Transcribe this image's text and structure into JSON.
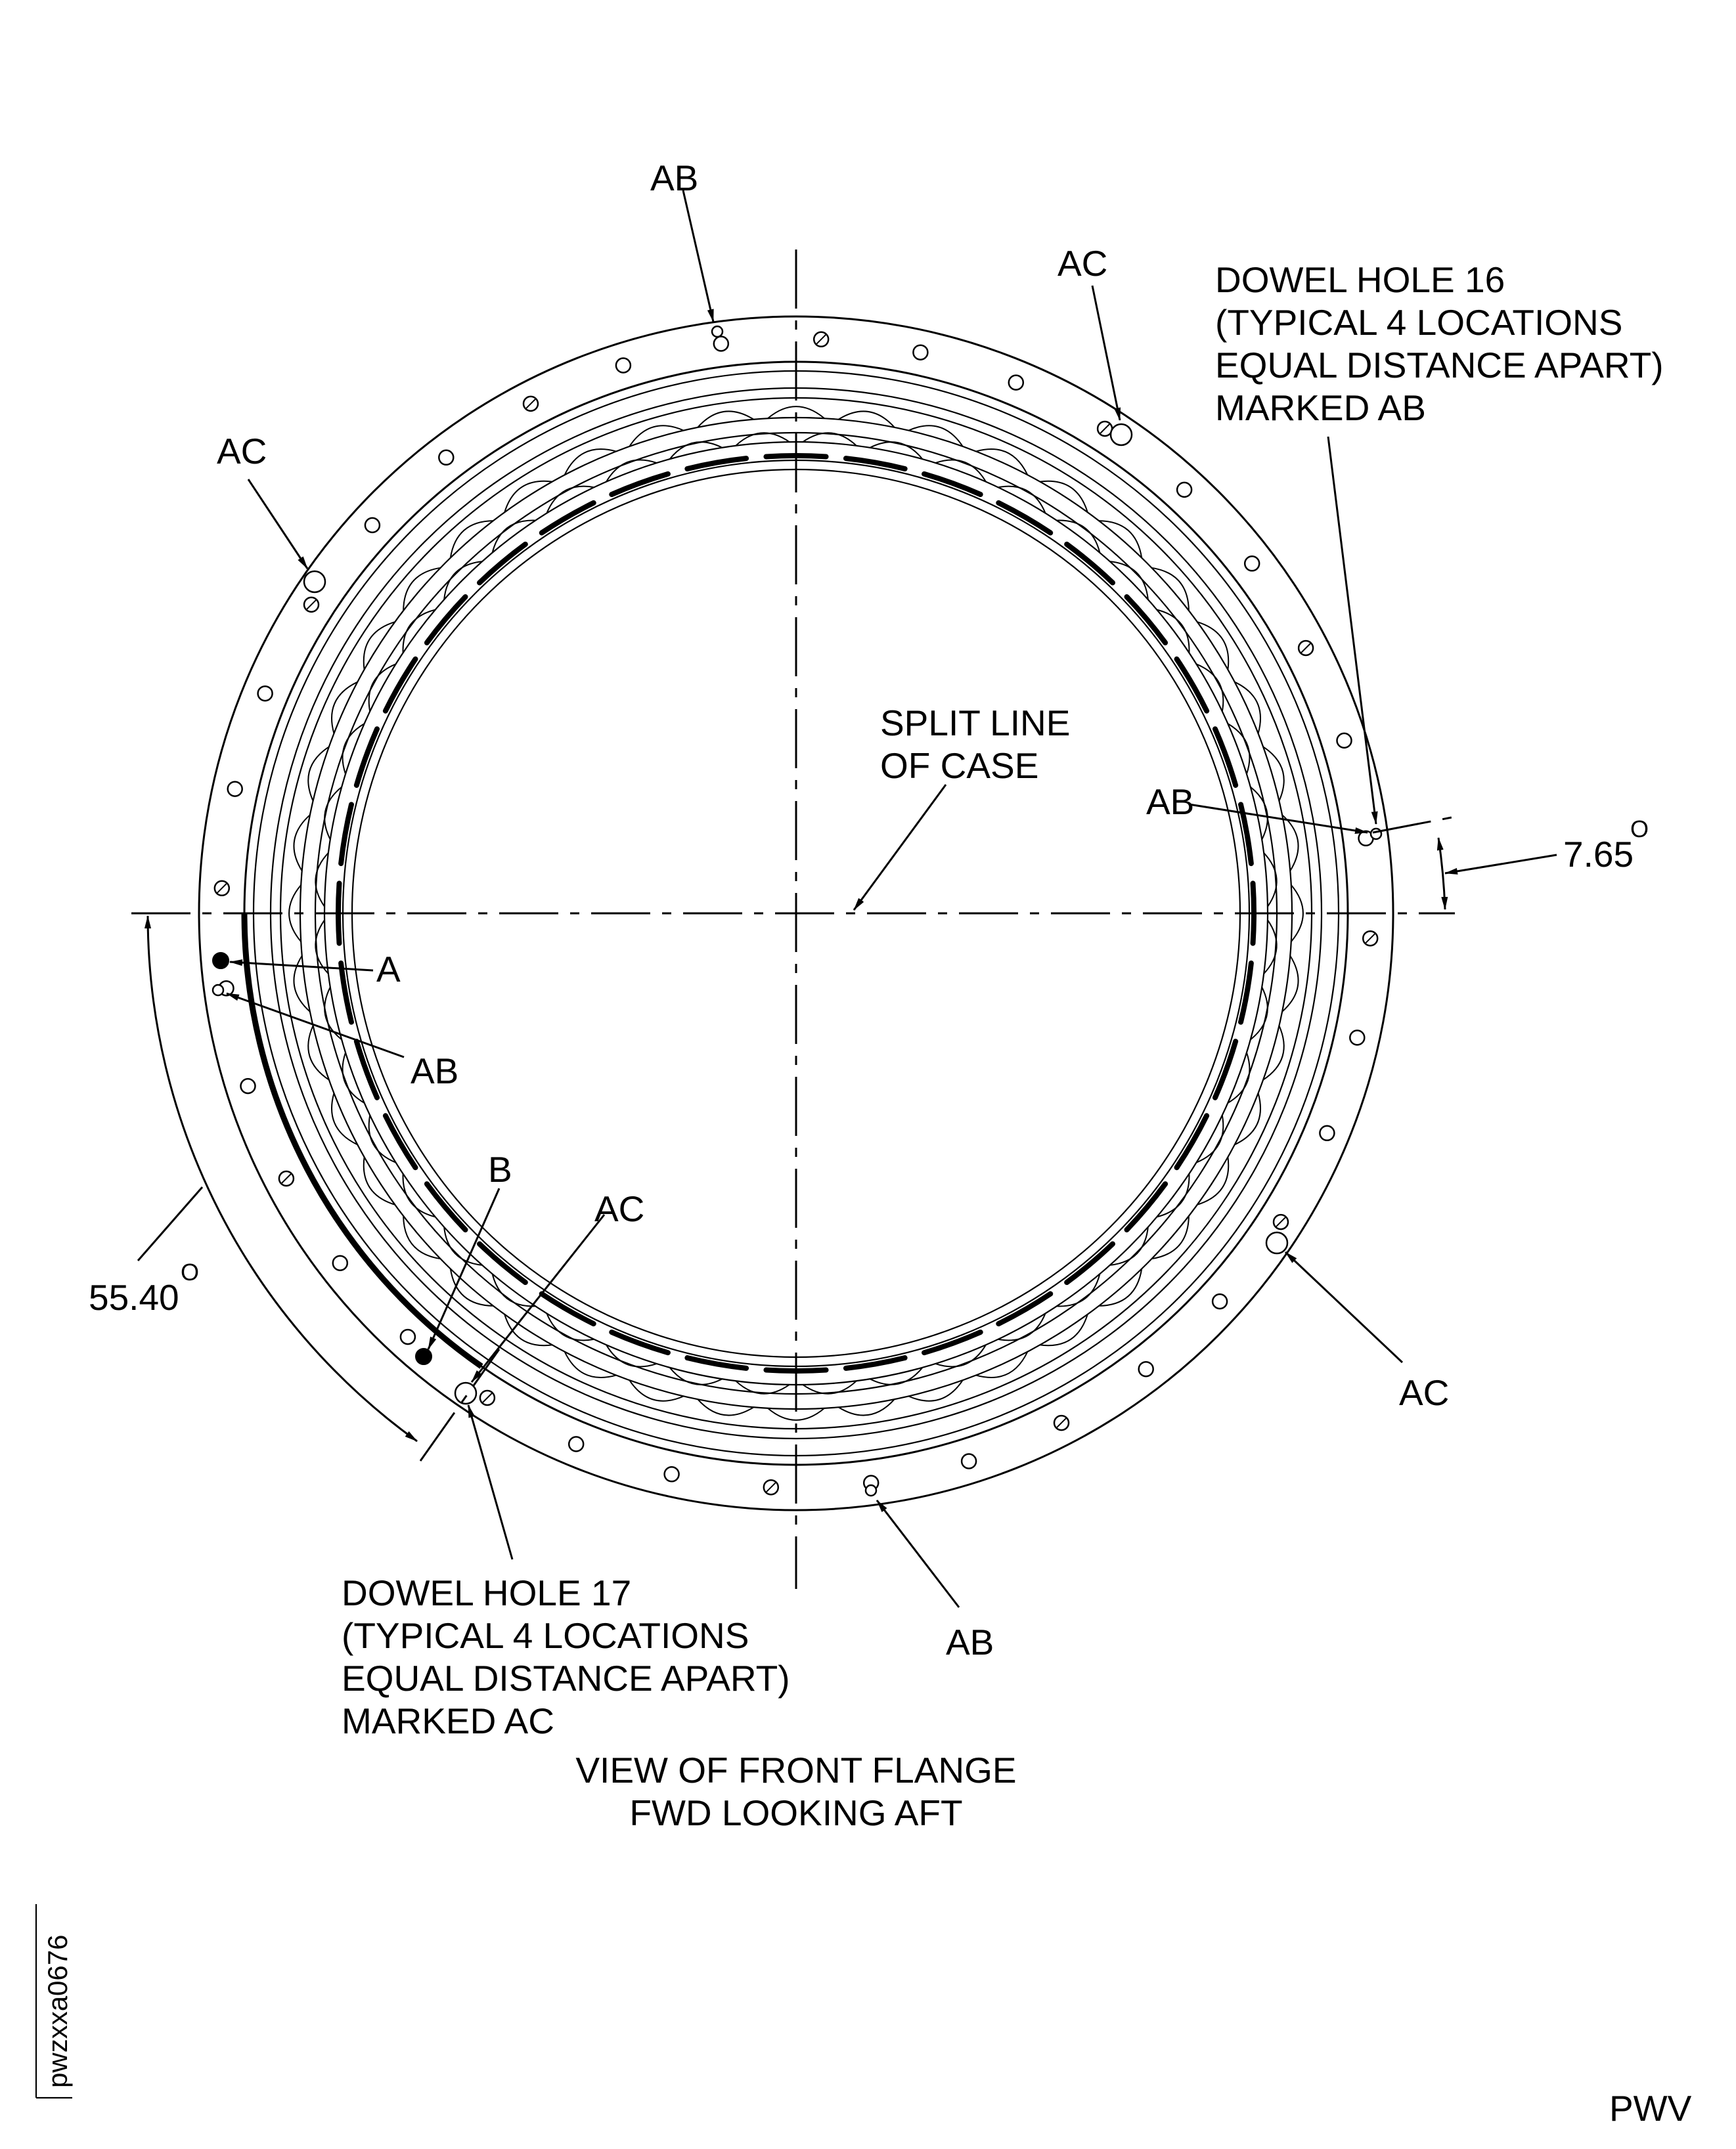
{
  "labels": {
    "ab_top": "AB",
    "ac_top_right": "AC",
    "ac_upper_left": "AC",
    "dowel16_line1": "DOWEL HOLE 16",
    "dowel16_line2": "(TYPICAL 4 LOCATIONS",
    "dowel16_line3": "EQUAL DISTANCE APART)",
    "dowel16_line4": "MARKED AB",
    "split_line_1": "SPLIT LINE",
    "split_line_2": "OF CASE",
    "ab_right": "AB",
    "angle_right": "7.65",
    "angle_right_deg": "O",
    "a_label": "A",
    "ab_left": "AB",
    "b_label": "B",
    "ac_lower": "AC",
    "angle_left": "55.40",
    "angle_left_deg": "O",
    "ac_lower_right": "AC",
    "dowel17_line1": "DOWEL HOLE 17",
    "dowel17_line2": "(TYPICAL 4 LOCATIONS",
    "dowel17_line3": "EQUAL DISTANCE APART)",
    "dowel17_line4": "MARKED AC",
    "ab_bottom": "AB",
    "caption_1": "VIEW OF FRONT FLANGE",
    "caption_2": "FWD LOOKING AFT",
    "figure_id": "pwzxxa0676",
    "corner_code": "PWV"
  }
}
